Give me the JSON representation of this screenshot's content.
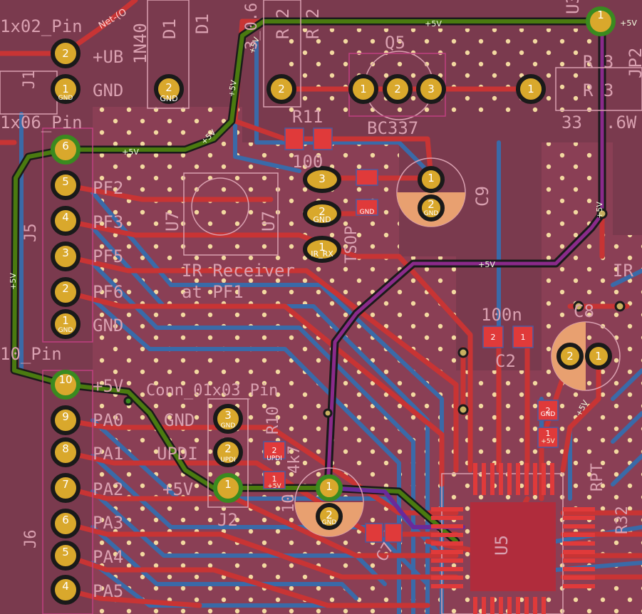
{
  "labels": {
    "conn_1x02_pin": "1x02_Pin",
    "net_o": "Net-(O",
    "d1_a": "D1",
    "d1_b": "D1",
    "diode_part": "1N40",
    "r2_a": "R 2",
    "r2_b": "R 2",
    "res_val_top": "3_0.6",
    "q5": "Q5",
    "r3_a": "R 3",
    "r3_b": "R 3",
    "u3_partial": "U3",
    "jp2_partial": "JP2",
    "pin_ub": "+UB",
    "pin_gnd1": "GND",
    "j1": "J1",
    "conn_1x06_pin": "1x06_Pin",
    "r11": "R11",
    "bc337": "BC337",
    "res_33": "33",
    "res_6w": ".6W",
    "val_100_a": "100",
    "pf2": "PF2",
    "pf3": "PF3",
    "pf5": "PF5",
    "pf6": "PF6",
    "gnd2": "GND",
    "j5": "J5",
    "u7_a": "U7",
    "u7_b": "U7",
    "tsop": "TSOP",
    "c9": "C9",
    "ir_receiver": "IR Receiver",
    "at_pf1": "at PF1",
    "ir": "IR",
    "val_100n": "100n",
    "c2": "C2",
    "c8": "C8",
    "conn_1x10_pin": "10_Pin",
    "conn_1x03_pin": "Conn_01x03_Pin",
    "plus5v_a": "+5V",
    "pa0": "PA0",
    "pa1": "PA1",
    "pa2": "PA2",
    "pa3": "PA3",
    "pa4": "PA4",
    "pa5": "PA5",
    "j6": "J6",
    "gnd_j2": "GND",
    "updi": "UPDI",
    "plus5v_b": "+5V",
    "j2": "J2",
    "r10": "R10",
    "val_4k7": "4k7",
    "val_10": "10",
    "c7": "C7",
    "u5": "U5",
    "rpt_partial": "RPT",
    "r32_partial": "R32"
  },
  "nets": {
    "plus5v": "+5V",
    "gnd": "GND",
    "updi": "UPDI",
    "ir_rx": "IR_RX",
    "gndb": "gnd"
  },
  "pads": {
    "j1_pin2": "2",
    "j1_pin1": "1",
    "d1_pin2": "2",
    "q5_pin1": "1",
    "q5_pin2": "2",
    "q5_pin3": "3",
    "r3_pin1": "1",
    "r2_pin2": "2",
    "u3_pin1": "1",
    "j5_pin6": "6",
    "j5_pin5": "5",
    "j5_pin4": "4",
    "j5_pin3": "3",
    "j5_pin2": "2",
    "j5_pin1": "1",
    "u7_pin3": "3",
    "u7_pin2": "2",
    "u7_pin1": "1",
    "c9_pin1": "1",
    "c9_pin2": "2",
    "c8_pin1": "1",
    "c8_pin2": "2",
    "j6_pin10": "10",
    "j6_pin9": "9",
    "j6_pin8": "8",
    "j6_pin7": "7",
    "j6_pin6": "6",
    "j6_pin5": "5",
    "j6_pin4": "4",
    "j2_pin3": "3",
    "j2_pin2": "2",
    "j2_pin1": "1",
    "r10_pin2": "2",
    "r10_pin1": "1",
    "c7_pin1": "1",
    "c7_pin2": "2",
    "c2_pin2": "2",
    "c2_pin1": "1",
    "c8smd_pin2": "2",
    "c8smd_pin1": "1"
  },
  "colors": {
    "board": "#7a3a4e",
    "copper_front": "#c83434",
    "copper_back": "#3a6aa8",
    "pad_gold": "#d9a82c",
    "silkscreen": "#d9a0b0",
    "highlight_net": "#4a7a10"
  }
}
